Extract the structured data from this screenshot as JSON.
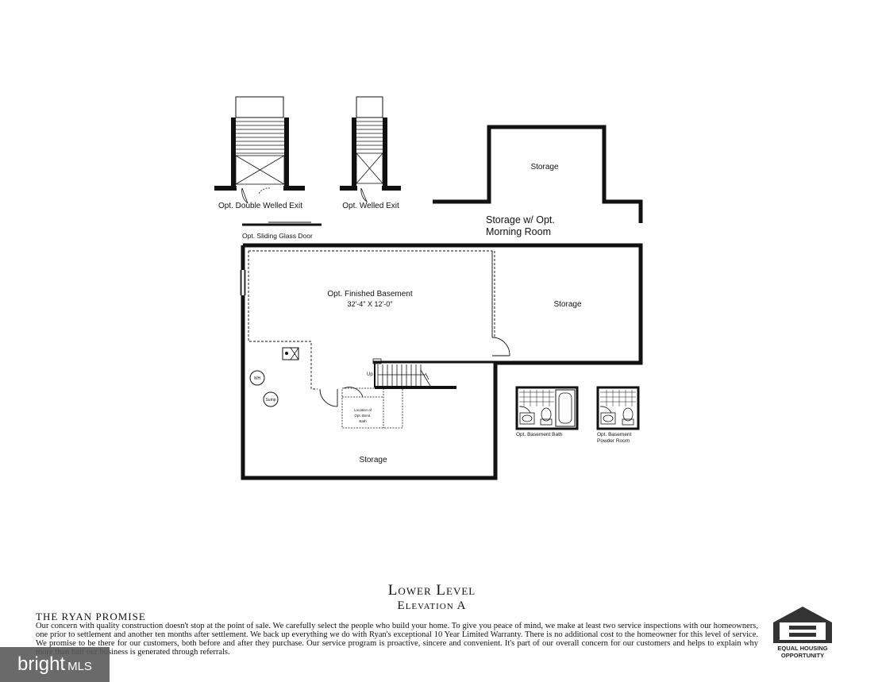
{
  "labels": {
    "double_welled_exit": "Opt. Double Welled Exit",
    "welled_exit": "Opt. Welled Exit",
    "storage_top": "Storage",
    "storage_morning_1": "Storage w/ Opt.",
    "storage_morning_2": "Morning Room",
    "sliding_glass_door": "Opt. Sliding Glass Door",
    "finished_basement": "Opt. Finished Basement",
    "finished_basement_dims": "32'-4\" X 12'-0\"",
    "storage_right": "Storage",
    "storage_bottom": "Storage",
    "up": "Up",
    "wh": "WH",
    "sump": "Sump",
    "bath_location_1": "Location of",
    "bath_location_2": "Opt. Bsmt.",
    "bath_location_3": "Bath",
    "basement_bath": "Opt. Basement Bath",
    "powder_room_1": "Opt. Basement",
    "powder_room_2": "Powder Room"
  },
  "title": {
    "level": "Lower Level",
    "elevation": "Elevation A"
  },
  "promise": {
    "heading": "THE RYAN PROMISE",
    "text": "Our concern with quality construction doesn't stop at the point of sale. We carefully select the people who build your home. To give you peace of mind, we make at least two service inspections with our homeowners, one prior to settlement and another ten months after settlement. We back up everything we do with Ryan's exceptional 10 Year Limited Warranty. There is no additional cost to the homeowner for this level of service. We promise to be there for our customers, both before and after they purchase. Our service program is proactive, sincere and convenient. It's part of our overall concern for our customers and helps to explain why more than half our business is generated through referrals."
  },
  "logos": {
    "bright_word": "bright",
    "bright_mls": "MLS",
    "eho_line1": "EQUAL HOUSING",
    "eho_line2": "OPPORTUNITY"
  }
}
